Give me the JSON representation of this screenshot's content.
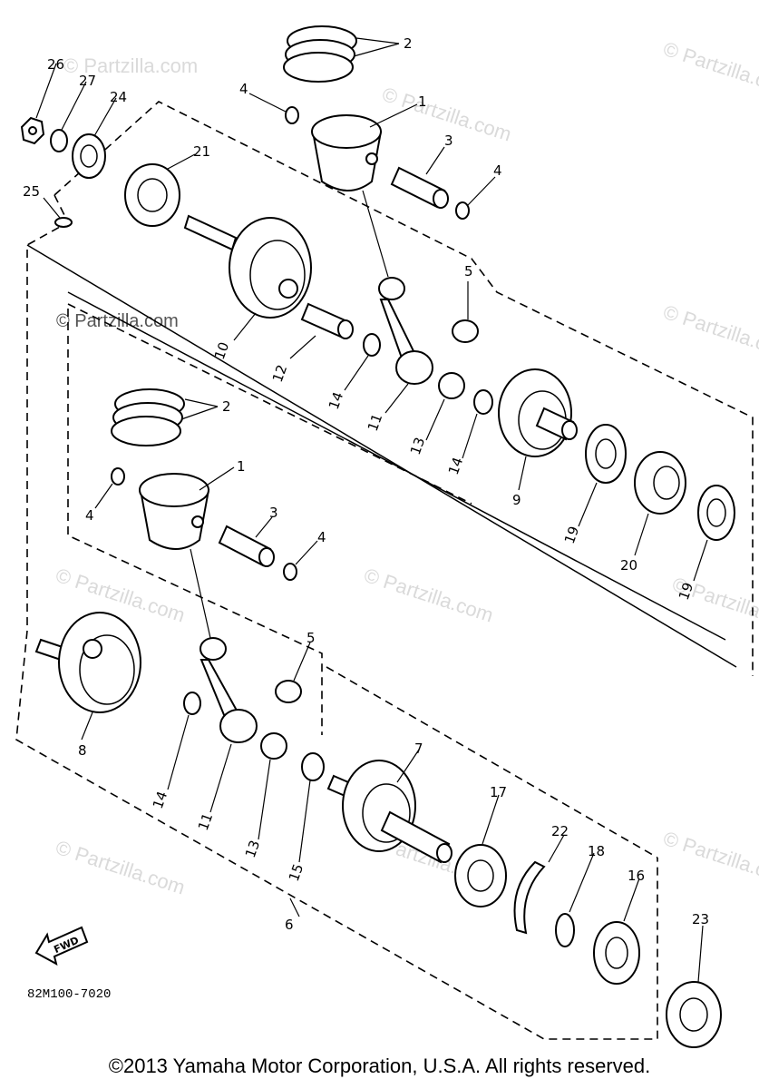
{
  "diagram": {
    "callouts": {
      "c1a": "1",
      "c2a": "2",
      "c3a": "3",
      "c4a": "4",
      "c4b": "4",
      "c5a": "5",
      "c9": "9",
      "c10": "10",
      "c11a": "11",
      "c12": "12",
      "c13a": "13",
      "c14a": "14",
      "c14b": "14",
      "c19a": "19",
      "c19b": "19",
      "c20": "20",
      "c21": "21",
      "c24": "24",
      "c25": "25",
      "c26": "26",
      "c27": "27",
      "c1b": "1",
      "c2b": "2",
      "c3b": "3",
      "c4c": "4",
      "c4d": "4",
      "c5b": "5",
      "c6": "6",
      "c7": "7",
      "c8": "8",
      "c11b": "11",
      "c13b": "13",
      "c14c": "14",
      "c15": "15",
      "c16": "16",
      "c17": "17",
      "c18": "18",
      "c22": "22",
      "c23": "23"
    },
    "fwd_label": "FWD",
    "diagram_code": "82M100-7020",
    "watermarks": {
      "w1": "© Partzilla.com",
      "w2": "© Partzilla.com",
      "w3": "© Partzilla.com",
      "w4": "© Partzilla.com",
      "w5": "© Partzilla.com",
      "w6": "© Partzilla.com",
      "w7": "© Partzilla.com",
      "w8": "© Partzilla.com",
      "w9": "© Partzilla.com",
      "w10": "© Partzilla.com",
      "w11": "© Partzilla.com"
    }
  },
  "copyright": "©2013 Yamaha Motor Corporation, U.S.A. All rights reserved."
}
